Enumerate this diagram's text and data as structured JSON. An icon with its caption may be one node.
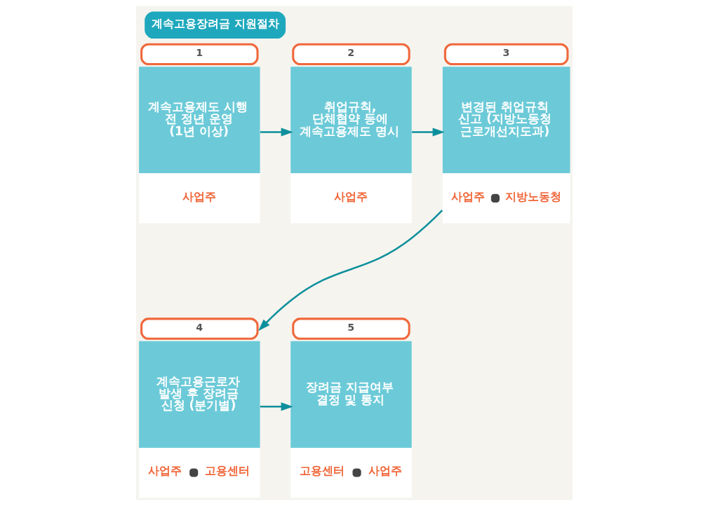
{
  "diagram": {
    "title": "계속고용장려금 지원절차",
    "nodes": [
      {
        "text": [
          "1",
          "계속고용제도 시행 전 정년 운영 (1년 이상)",
          "사업주"
        ]
      },
      {
        "text": [
          "2",
          "취업규칙, 단체협약 등에 계속고용제도 명시",
          "사업주"
        ]
      },
      {
        "text": [
          "3",
          "변경된 취업규칙 신고 (지방노동청 근로개선지도과)",
          "사업주",
          "지방노동청"
        ]
      },
      {
        "text": [
          "4",
          "계속고용근로자 발생 후 장려금 신청 (분기별)",
          "사업주",
          "고용센터"
        ]
      },
      {
        "text": [
          "5",
          "장려금 지급여부 결정 및 통지",
          "고용센터",
          "사업주"
        ]
      }
    ],
    "edges": [
      {
        "from": 0,
        "to": 1,
        "arrow": "to"
      },
      {
        "from": 1,
        "to": 2,
        "arrow": "to"
      },
      {
        "from": 2,
        "to": 3,
        "arrow": "to"
      },
      {
        "from": 3,
        "to": 4,
        "arrow": "to"
      }
    ]
  }
}
